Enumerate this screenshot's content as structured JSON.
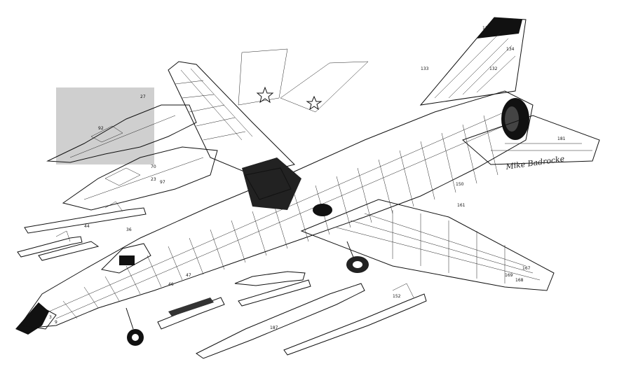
{
  "illustration": {
    "signature": "Mike Badrocke",
    "callouts": [
      "137",
      "133",
      "134",
      "132",
      "181",
      "161",
      "167",
      "168",
      "169",
      "97",
      "23",
      "3",
      "9",
      "36",
      "46",
      "152",
      "187",
      "150",
      "47",
      "27",
      "70",
      "92",
      "44"
    ]
  }
}
